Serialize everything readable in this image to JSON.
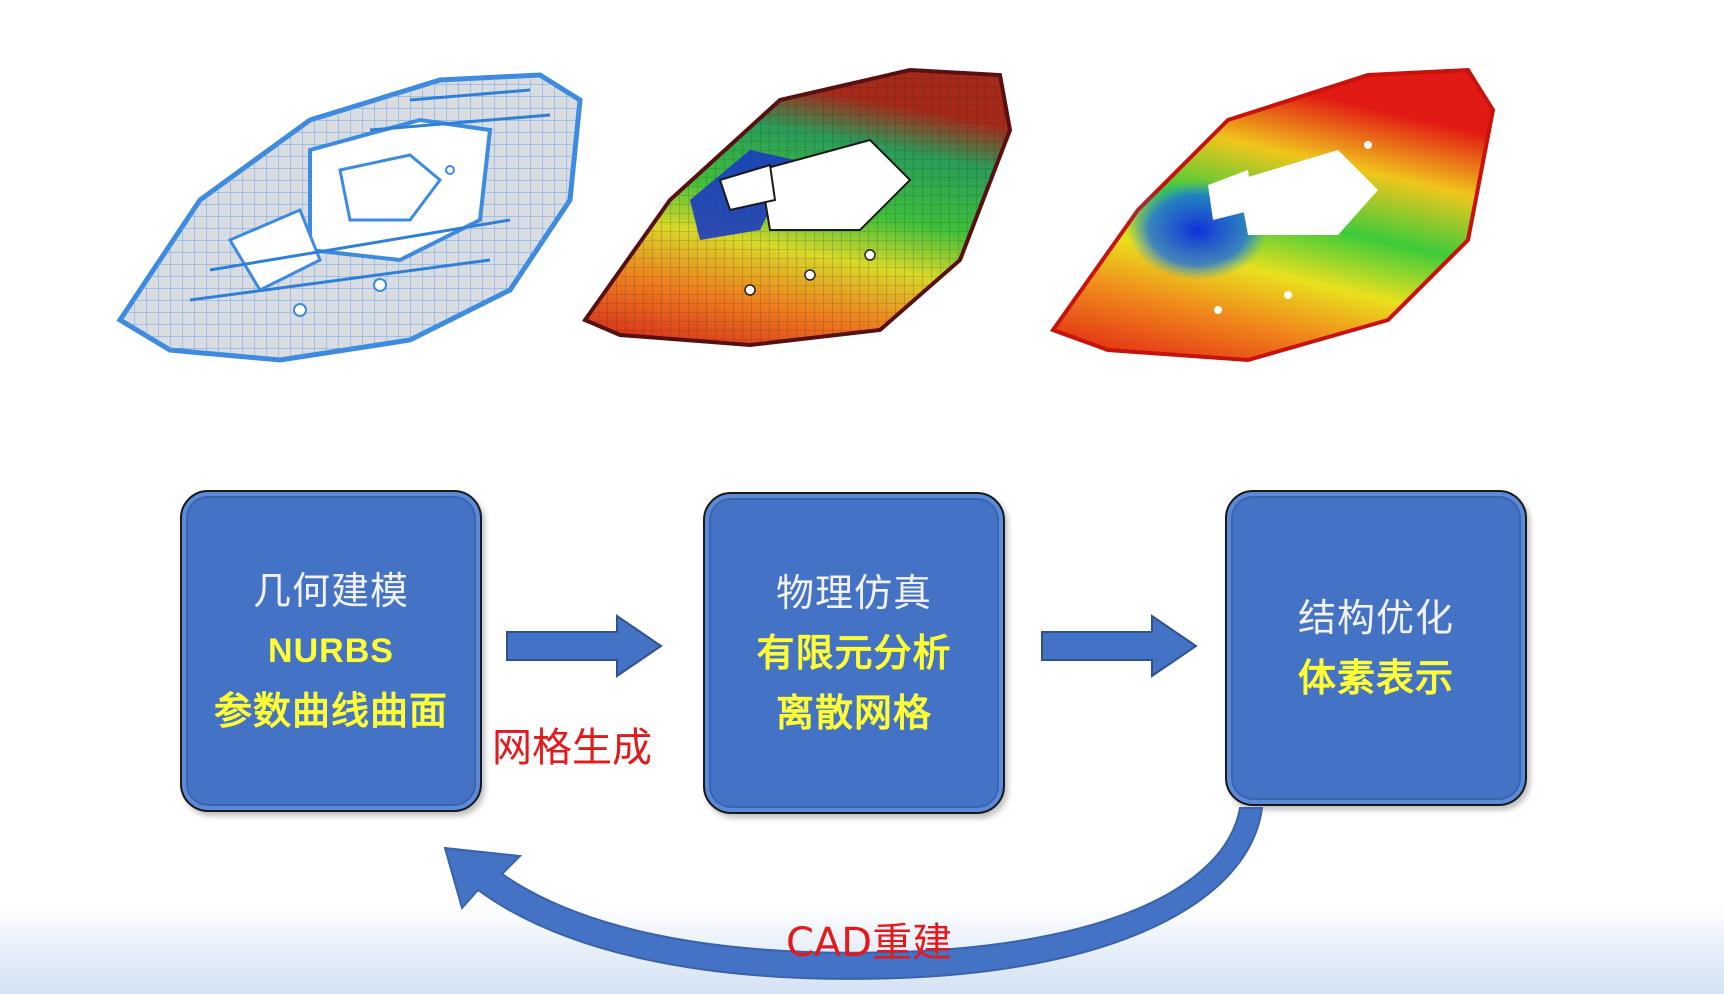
{
  "stages": [
    {
      "title": "几何建模",
      "subs": [
        "NURBS",
        "参数曲线曲面"
      ]
    },
    {
      "title": "物理仿真",
      "subs": [
        "有限元分析",
        "离散网格"
      ]
    },
    {
      "title": "结构优化",
      "subs": [
        "体素表示"
      ]
    }
  ],
  "edges": {
    "mesh_label": "网格生成",
    "cad_label": "CAD重建"
  },
  "colors": {
    "box_fill": "#4472c4",
    "box_title": "#f2f2f2",
    "box_sub": "#ffff33",
    "edge_label": "#e31a1c",
    "arrow_fill": "#4472c4"
  },
  "images": [
    {
      "name": "wireframe-panel",
      "style": "blue-wireframe"
    },
    {
      "name": "fea-mesh-panel",
      "style": "rainbow-mesh"
    },
    {
      "name": "voxel-panel",
      "style": "rainbow-smooth"
    }
  ]
}
